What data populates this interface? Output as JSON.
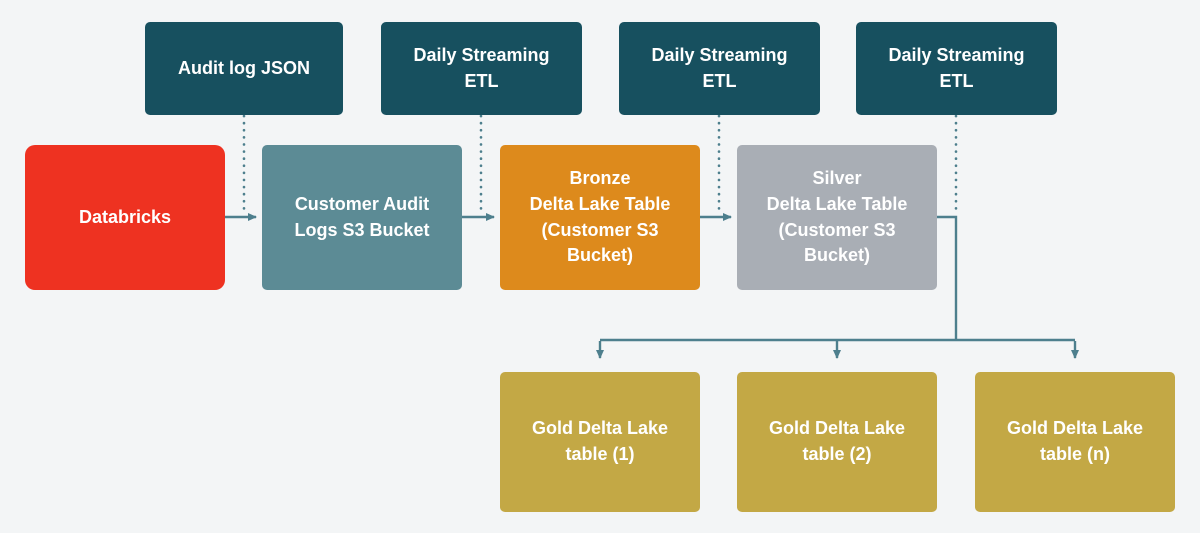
{
  "diagram": {
    "background": "#f3f5f6",
    "connector_color": "#4d7f8d",
    "nodes": {
      "audit_log_json": {
        "label": "Audit log JSON",
        "color": "#17505f"
      },
      "etl_1": {
        "label": "Daily Streaming\nETL",
        "color": "#17505f"
      },
      "etl_2": {
        "label": "Daily Streaming\nETL",
        "color": "#17505f"
      },
      "etl_3": {
        "label": "Daily Streaming\nETL",
        "color": "#17505f"
      },
      "databricks": {
        "label": "Databricks",
        "color": "#ee3221"
      },
      "customer_audit": {
        "label": "Customer Audit\nLogs S3 Bucket",
        "color": "#5c8b95"
      },
      "bronze": {
        "label": "Bronze\nDelta Lake Table\n(Customer S3\nBucket)",
        "color": "#dd8a1c"
      },
      "silver": {
        "label": "Silver\nDelta Lake Table\n(Customer S3\nBucket)",
        "color": "#a9aeb5"
      },
      "gold_1": {
        "label": "Gold Delta Lake\ntable (1)",
        "color": "#c3a845"
      },
      "gold_2": {
        "label": "Gold Delta Lake\ntable (2)",
        "color": "#c3a845"
      },
      "gold_n": {
        "label": "Gold Delta Lake\ntable (n)",
        "color": "#c3a845"
      }
    }
  }
}
